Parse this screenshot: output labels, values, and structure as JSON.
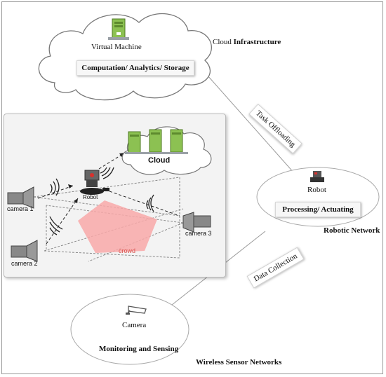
{
  "cloud_infrastructure": {
    "title_prefix": "Cloud",
    "title_bold": "Infrastructure",
    "vm_label": "Virtual Machine",
    "function_label": "Computation/ Analytics/ Storage"
  },
  "robotic_network": {
    "title": "Robotic Network",
    "node_label": "Robot",
    "function_label": "Processing/ Actuating"
  },
  "wireless_sensor_networks": {
    "title": "Wireless Sensor Networks",
    "node_label": "Camera",
    "function_label": "Monitoring and Sensing"
  },
  "links": {
    "task_offloading": "Task Offloading",
    "data_collection": "Data Collection"
  },
  "scene": {
    "cloud_label": "Cloud",
    "robot_label": "Robot",
    "crowd_label": "crowd",
    "camera_1": "camera 1",
    "camera_2": "camera 2",
    "camera_3": "camera 3"
  },
  "colors": {
    "crowd_fill": "#f8a8a8",
    "crowd_text": "#d9534f",
    "server_green": "#8cc152",
    "robot_red": "#d9302c",
    "ellipse_border": "#a9a9a9"
  }
}
